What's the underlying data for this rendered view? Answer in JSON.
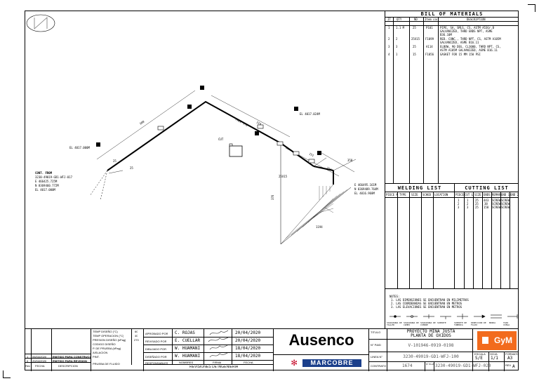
{
  "bom": {
    "title": "BILL OF MATERIALS",
    "headers": [
      "IT",
      "QTY",
      "ND",
      "Item code",
      "DESCRIPTION"
    ],
    "rows": [
      {
        "it": "1",
        "qty": "1.1 M",
        "nd": "25",
        "code": "P101",
        "desc": [
          "PIPE, SA, SMLS, CS, ASTM A53Gr.B",
          "GALVANIZED, THRD ENDS NPT, ASME",
          "B36.10M"
        ]
      },
      {
        "it": "2",
        "qty": "2",
        "nd": "25X15",
        "code": "F1099",
        "desc": [
          "RED. CONC., THRD NPT, CS, ASTM A105M",
          "GALVANIZED, ASME B16.11"
        ]
      },
      {
        "it": "3",
        "qty": "3",
        "nd": "25",
        "code": "A114",
        "desc": [
          "ELBOW, 90 DEG, CL3000, THRD NPT, CS,",
          "ASTM A105M GALVANIZED, ASME B16.11"
        ]
      },
      {
        "it": "4",
        "qty": "1",
        "nd": "15",
        "code": "F1056",
        "desc": [
          "GASKET FOR 15 MM 150 PSI"
        ]
      }
    ]
  },
  "welding": {
    "title": "WELDING LIST",
    "headers": [
      "PIECE No",
      "TYPE",
      "SIZE",
      "SCHED",
      "LOCATION"
    ]
  },
  "cutting": {
    "title": "CUTTING LIST",
    "headers": [
      "PIECE No",
      "CUT LENGTH",
      "SIZE",
      "ENDS",
      "REMARKS",
      "END 1",
      "END 2"
    ],
    "rows": [
      [
        "1",
        "1",
        "25",
        "443",
        "SCREWED",
        "SCREWED",
        ""
      ],
      [
        "2",
        "2",
        "25",
        "38",
        "SCREWED",
        "SCREWED",
        ""
      ],
      [
        "3",
        "3",
        "25",
        "158",
        "SCREWED",
        "SCREWED",
        ""
      ]
    ]
  },
  "notes": {
    "label": "NOTES:",
    "lines": [
      "1. LAS DIMENSIONES SE ENCUENTRAN EN MILIMETROS",
      "2. LAS COORDENADAS SE ENCUENTRAN EN METROS",
      "3. LAS ELEVACIONES SE ENCUENTRAN EN METROS"
    ]
  },
  "symbols": [
    "SOLDADURA DE TALLER",
    "SOLDADURA DE CAMPO",
    "SOLDADURA DE CIERRE",
    "SOPORTE",
    "SOPORTE DE TUBERIA",
    "DIRECCION DE FLUJO",
    "BRIDA",
    "TAPA CIEGA"
  ],
  "drawing": {
    "cont_label": "CONT. FROM",
    "cont_ref": "3230-49019-GD1-WFJ-017",
    "start_e": "E 466425.725M",
    "start_n": "N 8369460.772M",
    "start_el": "EL 4017.000M",
    "start_el2": "EL 4017.000M",
    "end_e": "E 466495.161M",
    "end_n": "N 8369489.764M",
    "end_el": "EL 4016.968M",
    "el_mid": "EL 4017.024M",
    "fall_label": "FALL 3.8",
    "cut_label": "CUT",
    "dims": [
      "300",
      "1000",
      "314",
      "151",
      "152",
      "350",
      "376",
      "158",
      "1194"
    ],
    "tags": [
      "1",
      "2",
      "3",
      "4",
      "5",
      "6",
      "7",
      "8",
      "9"
    ],
    "sizes": [
      "25X15",
      "25",
      "25",
      "25",
      "15"
    ]
  },
  "titleblock": {
    "rows_left": [
      {
        "rev": "1",
        "date": "05/04/2020",
        "desc": "EMITIDO PARA CONSTRUCCION"
      },
      {
        "rev": "0",
        "date": "20/04/2020",
        "desc": "EMITIDO PARA REVISION"
      }
    ],
    "col_rev": "Rev",
    "col_fecha": "FECHA",
    "col_desc": "DESCRIPCION",
    "params": [
      {
        "label": "TEMP DISEÑO (°C)",
        "value": "60"
      },
      {
        "label": "TEMP OPERACION (°C)",
        "value": "40"
      },
      {
        "label": "PRESION DISEÑO (kPag)",
        "value": "270"
      },
      {
        "label": "CODIGO DISEÑO",
        "value": ""
      },
      {
        "label": "P. DE PRUEBA (kPag)",
        "value": ""
      },
      {
        "label": "AISLACION",
        "value": ""
      },
      {
        "label": "PINT.",
        "value": ""
      },
      {
        "label": "PRUEBA DE FLUIDO",
        "value": ""
      }
    ],
    "approvals": [
      {
        "role": "APROBADO POR",
        "name": "C. ROJAS",
        "date": "20/04/2020"
      },
      {
        "role": "REVISADO POR",
        "name": "E. CUELLAR",
        "date": "20/04/2020"
      },
      {
        "role": "DIBUJADO POR",
        "name": "W. HUAMANI",
        "date": "18/04/2020"
      },
      {
        "role": "DISEÑADO POR",
        "name": "W. HUAMANI",
        "date": "18/04/2020"
      }
    ],
    "approval_footer": [
      "RESPONSABLES",
      "NOMBRES",
      "FIRMA",
      "FECHA"
    ],
    "revisions_title": "REVISIONES DE INGENIERIA",
    "brand_ausenco": "Ausenco",
    "brand_marcobre": "MARCOBRE",
    "brand_gym": "GyM",
    "titulo_label": "TITULO",
    "titulo": [
      "PROYECTO MINA JUSTA",
      "PLANTA DE OXIDOS"
    ],
    "pid_label": "N° P&ID",
    "pid": "V-101946-0919-0198",
    "linea_label": "LINEA N°",
    "linea": "3230-49019-GD1-WFJ-100",
    "contrato_label": "CONTRATO",
    "contrato": "1674",
    "plano_label": "N° PLANO",
    "plano": "3230-49019-GD1-WFJ-020",
    "escala_label": "ESCALA",
    "escala": "S/E",
    "hoja_label": "HOJA",
    "hoja": "1/1",
    "formato_label": "FORMATO",
    "formato": "A3",
    "rev_label": "REV",
    "rev": "A"
  },
  "colors": {
    "gym_orange": "#f26b1d",
    "marcobre_red": "#c8102e",
    "marcobre_blue": "#1b3f8b"
  }
}
